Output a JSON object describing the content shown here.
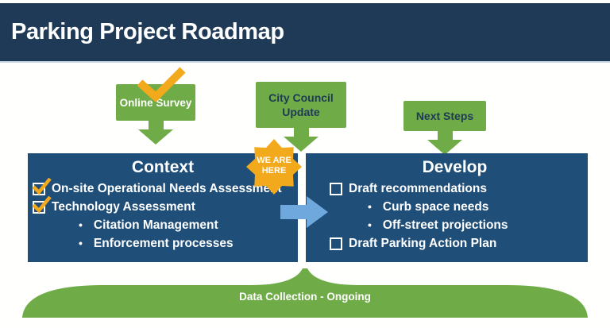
{
  "header": {
    "title": "Parking Project Roadmap"
  },
  "callouts": [
    {
      "label": "Online Survey",
      "checked": true
    },
    {
      "label": "City Council Update",
      "checked": false
    },
    {
      "label": "Next Steps",
      "checked": false
    }
  ],
  "marker": {
    "line1": "WE ARE",
    "line2": "HERE"
  },
  "stages": [
    {
      "title": "Context",
      "items": [
        {
          "marker": "checkbox-checked",
          "text": "On-site Operational Needs Assessment"
        },
        {
          "marker": "checkbox-checked",
          "text": "Technology Assessment"
        },
        {
          "marker": "bullet",
          "text": "Citation Management"
        },
        {
          "marker": "bullet",
          "text": "Enforcement processes"
        }
      ]
    },
    {
      "title": "Develop",
      "items": [
        {
          "marker": "checkbox",
          "text": "Draft recommendations"
        },
        {
          "marker": "bullet",
          "text": "Curb space needs"
        },
        {
          "marker": "bullet",
          "text": "Off-street projections"
        },
        {
          "marker": "checkbox",
          "text": "Draft Parking Action Plan"
        }
      ]
    }
  ],
  "banner": {
    "label": "Data Collection - Ongoing"
  },
  "glyphs": {
    "bullet": "•"
  },
  "colors": {
    "header_navy": "#1E3A56",
    "panel_navy": "#1F4E79",
    "green": "#6FAC47",
    "gold": "#F2A91B",
    "arrow_blue": "#6FA8DC",
    "dark_label": "#1F3A56",
    "white": "#FFFFFF"
  }
}
